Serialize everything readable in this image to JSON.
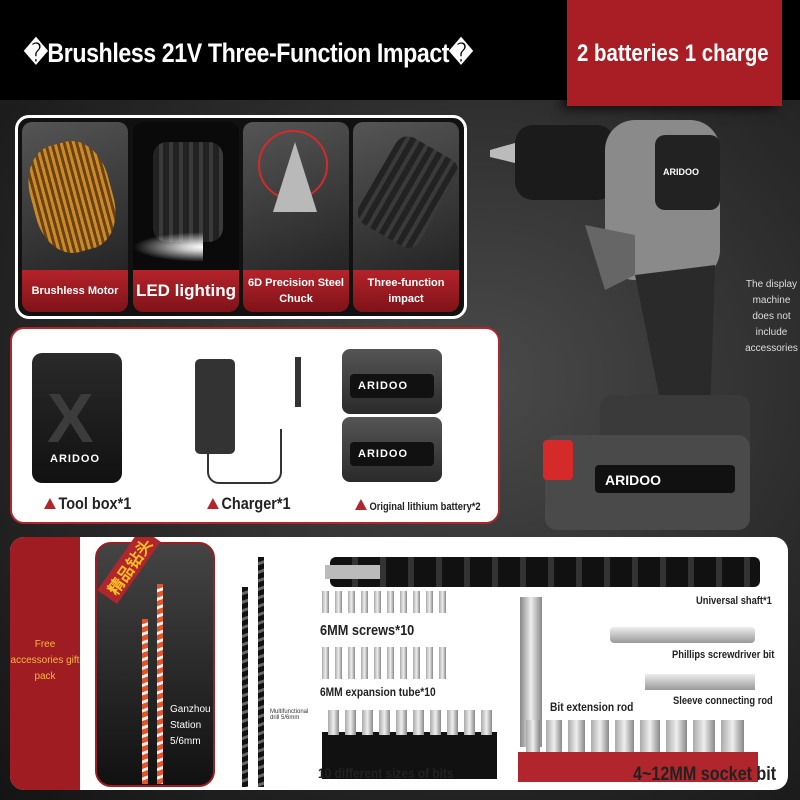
{
  "header": {
    "title": "�Brushless 21V Three-Function Impact�",
    "tag": "2 batteries 1 charge",
    "accent": "#a81e24"
  },
  "features": [
    {
      "label": "Brushless Motor"
    },
    {
      "label": "LED lighting"
    },
    {
      "label": "6D Precision Steel Chuck"
    },
    {
      "label": "Three-function impact"
    }
  ],
  "package": {
    "items": [
      {
        "label": "Tool box*1"
      },
      {
        "label": "Charger*1"
      },
      {
        "label": "Original lithium battery*2"
      }
    ],
    "brand": "ARIDOO"
  },
  "drill_note": "The display machine does not include accessories",
  "accessories": {
    "side_label": "Free accessories gift pack",
    "drill_box_tag": "精品钻头",
    "drill_box_label": "Ganzhou Station 5/6mm",
    "multi_drill": "Multifunctional drill 5/6mm",
    "items": [
      {
        "label": "Universal shaft*1"
      },
      {
        "label": "6MM screws*10"
      },
      {
        "label": "Phillips screwdriver bit"
      },
      {
        "label": "6MM expansion tube*10"
      },
      {
        "label": "Sleeve connecting rod"
      },
      {
        "label": "Bit extension rod"
      },
      {
        "label": "10 different sizes of bits"
      },
      {
        "label": "4~12MM socket bit"
      }
    ]
  }
}
